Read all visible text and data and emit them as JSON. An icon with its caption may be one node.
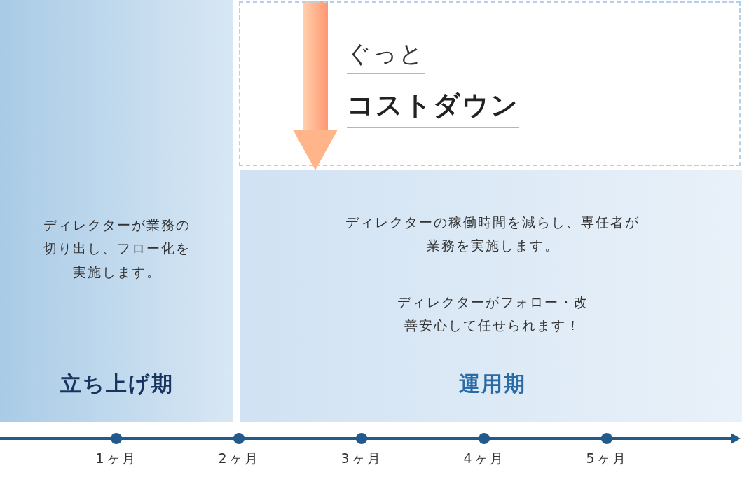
{
  "diagram": {
    "nodes": [
      {
        "text": [
          "ディレクターが業務の切り出し、フロー化を実施します。",
          "立ち上げ期"
        ]
      },
      {
        "text": [
          "ぐっと",
          "コストダウン"
        ]
      },
      {
        "text": [
          "ディレクターの稼働時間を減らし、専任者が業務を実施します。",
          "ディレクターがフォロー・改善安心して任せられます！",
          "運用期"
        ]
      }
    ],
    "edges": [
      {
        "from": 1,
        "to": 2,
        "arrow": "to"
      }
    ],
    "labels": [
      "1ヶ月",
      "2ヶ月",
      "3ヶ月",
      "4ヶ月",
      "5ヶ月"
    ]
  }
}
